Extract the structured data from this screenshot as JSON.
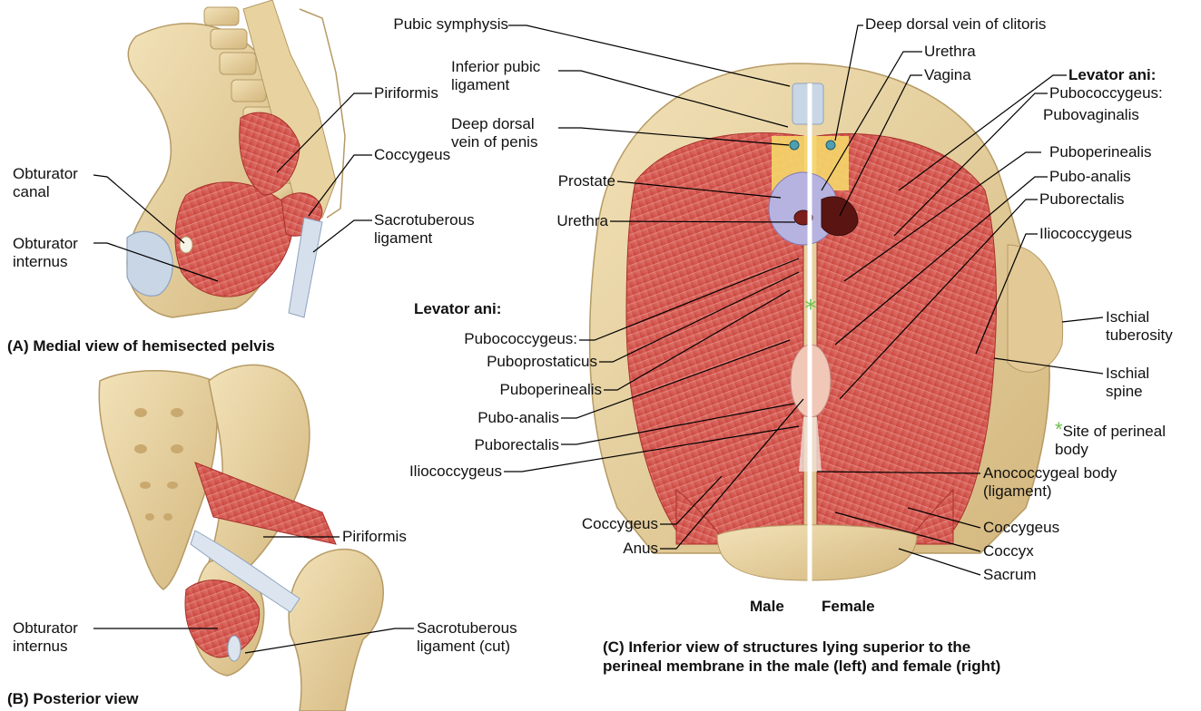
{
  "colors": {
    "bone": "#e8d3a0",
    "bone_dark": "#cdb27a",
    "muscle": "#d9534f",
    "muscle_light": "#e98a84",
    "ligament": "#c9d6e6",
    "prostate": "#b7b3e0",
    "leader": "#000000",
    "star": "#6cc04a"
  },
  "panel_a": {
    "caption": "(A) Medial view of hemisected pelvis",
    "labels": {
      "piriformis": "Piriformis",
      "coccygeus": "Coccygeus",
      "sacrotuberous": "Sacrotuberous\nligament",
      "obturator_canal": "Obturator\ncanal",
      "obturator_internus": "Obturator\ninternus"
    }
  },
  "panel_b": {
    "caption": "(B) Posterior view",
    "labels": {
      "piriformis": "Piriformis",
      "obturator_internus": "Obturator\ninternus",
      "sacrotuberous_cut": "Sacrotuberous\nligament (cut)"
    }
  },
  "panel_c": {
    "caption": "(C) Inferior view of structures lying superior to the\nperineal membrane in the male (left) and female (right)",
    "male": "Male",
    "female": "Female",
    "left_labels": {
      "pubic_symphysis": "Pubic symphysis",
      "inferior_pubic_ligament": "Inferior pubic\nligament",
      "deep_dorsal_vein_penis": "Deep dorsal\nvein of penis",
      "prostate": "Prostate",
      "urethra": "Urethra",
      "levator_ani": "Levator ani:",
      "pubococcygeus": "Pubococcygeus:",
      "puboprostaticus": "Puboprostaticus",
      "puboperinealis": "Puboperinealis",
      "pubo_analis": "Pubo-analis",
      "puborectalis": "Puborectalis",
      "iliococcygeus": "Iliococcygeus",
      "coccygeus": "Coccygeus",
      "anus": "Anus"
    },
    "right_labels": {
      "deep_dorsal_vein_clitoris": "Deep dorsal vein of clitoris",
      "urethra": "Urethra",
      "vagina": "Vagina",
      "levator_ani": "Levator ani:",
      "pubococcygeus": "Pubococcygeus:",
      "pubovaginalis": "Pubovaginalis",
      "puboperinealis": "Puboperinealis",
      "pubo_analis": "Pubo-analis",
      "puborectalis": "Puborectalis",
      "iliococcygeus": "Iliococcygeus",
      "ischial_tuberosity": "Ischial\ntuberosity",
      "ischial_spine": "Ischial\nspine",
      "perineal_body": "Site of perineal\nbody",
      "anococcygeal": "Anococcygeal body\n(ligament)",
      "coccygeus": "Coccygeus",
      "coccyx": "Coccyx",
      "sacrum": "Sacrum"
    }
  }
}
